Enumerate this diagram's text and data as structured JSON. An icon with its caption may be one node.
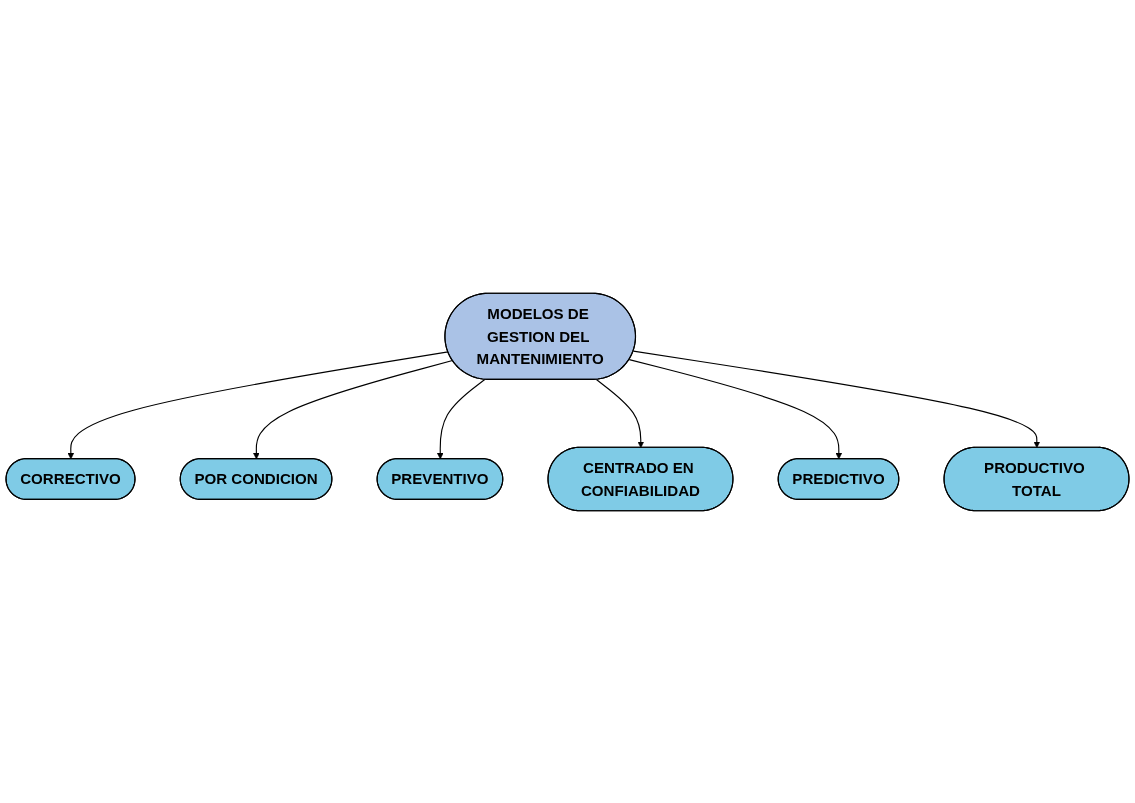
{
  "diagram": {
    "nodes": [
      {
        "text": [
          "CORRECTIVO"
        ]
      },
      {
        "text": [
          "POR CONDICION"
        ]
      },
      {
        "text": [
          "PREVENTIVO"
        ]
      },
      {
        "text": [
          "MODELOS DE GESTION DEL MANTENIMIENTO"
        ]
      },
      {
        "text": [
          "CENTRADO EN CONFIABILIDAD"
        ]
      },
      {
        "text": [
          "PREDICTIVO"
        ]
      },
      {
        "text": [
          "PRODUCTIVO TOTAL"
        ]
      }
    ],
    "edges": [
      {
        "from": 3,
        "to": 0,
        "arrow": "to"
      },
      {
        "from": 3,
        "to": 1,
        "arrow": "to"
      },
      {
        "from": 3,
        "to": 2,
        "arrow": "to"
      },
      {
        "from": 3,
        "to": 4,
        "arrow": "to"
      },
      {
        "from": 3,
        "to": 5,
        "arrow": "to"
      },
      {
        "from": 3,
        "to": 6,
        "arrow": "to"
      }
    ]
  }
}
